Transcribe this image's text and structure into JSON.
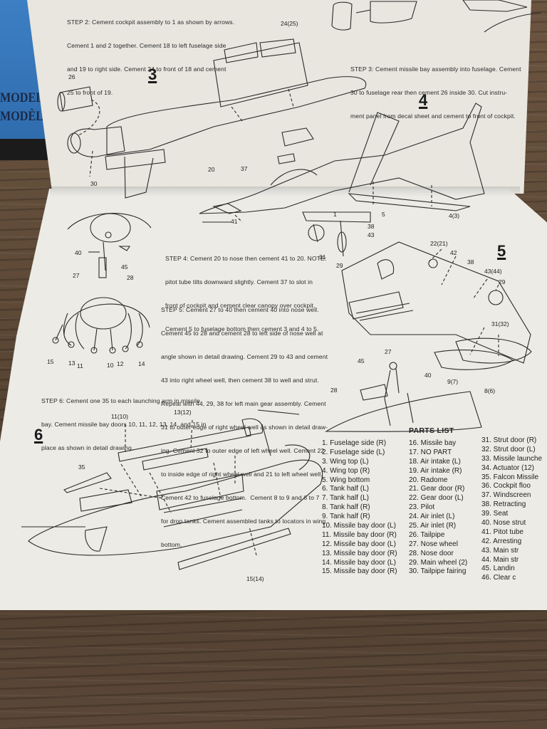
{
  "box": {
    "label_lines": [
      "MODEL",
      "MODÈLE"
    ]
  },
  "step2": {
    "text": [
      "STEP 2: Cement cockpit assembly to 1 as shown by arrows.",
      "Cement 1 and 2 together. Cement 18 to left fuselage side",
      "and 19 to right side. Cement 24 to front of 18 and cement",
      "25 to front of 19."
    ]
  },
  "step3": {
    "num": "3",
    "text": [
      "STEP 3: Cement missile bay assembly into fuselage. Cement",
      "30 to fuselage rear then cement 26 inside 30. Cut instru-",
      "ment panel from decal sheet and cement to front of cockpit."
    ]
  },
  "step4": {
    "num": "4",
    "text": [
      "STEP 4: Cement 20 to nose then cement 41 to 20. NOTE:",
      "pitot tube tilts downward slightly. Cement 37 to slot in",
      "front of cockpit and cement clear canopy over cockpit.",
      "Cement 5 to fuselage bottom then cement 3 and 4 to 5."
    ]
  },
  "step5": {
    "num": "5",
    "text": [
      "STEP 5: Cement 27 to 40 then cement 40 into nose well.",
      "Cement 45 to 28 and cement 28 to left side of nose well at",
      "angle shown in detail drawing. Cement 29 to 43 and cement",
      "43 into right wheel well, then cement 38 to well and strut.",
      "Repeat with 44, 29, 38 for left main gear assembly. Cement",
      "31 to outer edge of right wheel well as shown in detail draw-",
      "ing. Cement 32 to outer edge of left wheel well. Cement 22",
      "to inside edge of right wheel well and 21 to left wheel well.",
      "Cement 42 to fuselage bottom.  Cement 8 to 9 and 6 to 7",
      "for drop tanks. Cement assembled tanks to locators in wing",
      "bottom."
    ]
  },
  "step6": {
    "num": "6",
    "text": [
      "STEP 6: Cement one 35 to each launching arm in missile",
      "bay. Cement missile bay doors 10, 11, 12, 13, 14, and 15 in",
      "place as shown in detail drawing."
    ]
  },
  "callouts": {
    "c24": "24(25)",
    "c26": "26",
    "c30": "30",
    "c20": "20",
    "c37": "37",
    "c41": "41",
    "c5": "5",
    "c4": "4(3)",
    "c1": "1",
    "c38a": "38",
    "c43a": "43",
    "c31a": "31",
    "c29a": "29",
    "c40": "40",
    "c27": "27",
    "c45": "45",
    "c28": "28",
    "c15": "15",
    "c13": "13",
    "c11": "11",
    "c10": "10",
    "c12": "12",
    "c14": "14",
    "c22": "22(21)",
    "c42": "42",
    "c38b": "38",
    "c43b": "43(44)",
    "c29b": "29",
    "c3132": "31(32)",
    "c97": "9(7)",
    "c86": "8(6)",
    "d45": "45",
    "d27": "27",
    "d40": "40",
    "d28": "28",
    "s1110": "11(10)",
    "s1312": "13(12)",
    "s35": "35",
    "s1514": "15(14)"
  },
  "parts_list": {
    "title": "PARTS LIST",
    "col1": [
      "1.  Fuselage side (R)",
      "2.  Fuselage side (L)",
      "3.  Wing top (L)",
      "4.  Wing top (R)",
      "5.  Wing bottom",
      "6.  Tank half (L)",
      "7.  Tank half (L)",
      "8.  Tank half (R)",
      "9.  Tank half (R)",
      "10.  Missile bay door (L)",
      "11.  Missile bay door (R)",
      "12.  Missile bay door (L)",
      "13.  Missile bay door (R)",
      "14.  Missile bay door (L)",
      "15.  Missile bay door (R)"
    ],
    "col2": [
      "16.  Missile bay",
      "17.  NO PART",
      "18.  Air intake (L)",
      "19.  Air intake (R)",
      "20.  Radome",
      "21.  Gear door (R)",
      "22.  Gear door (L)",
      "23.  Pilot",
      "24.  Air inlet (L)",
      "25.  Air inlet (R)",
      "26.  Tailpipe",
      "27.  Nose wheel",
      "28.  Nose door",
      "29.  Main wheel (2)",
      "30.  Tailpipe fairing"
    ],
    "col3": [
      "31.  Strut door (R)",
      "32.  Strut door (L)",
      "33.  Missile launche",
      "34.  Actuator (12)",
      "35.  Falcon Missile",
      "36.  Cockpit floo",
      "37.  Windscreen",
      "38.  Retracting",
      "39.  Seat",
      "40.  Nose strut",
      "41.  Pitot tube",
      "42.  Arresting",
      "43.  Main str",
      "44.  Main str",
      "45.  Landin",
      "46.  Clear c"
    ]
  }
}
